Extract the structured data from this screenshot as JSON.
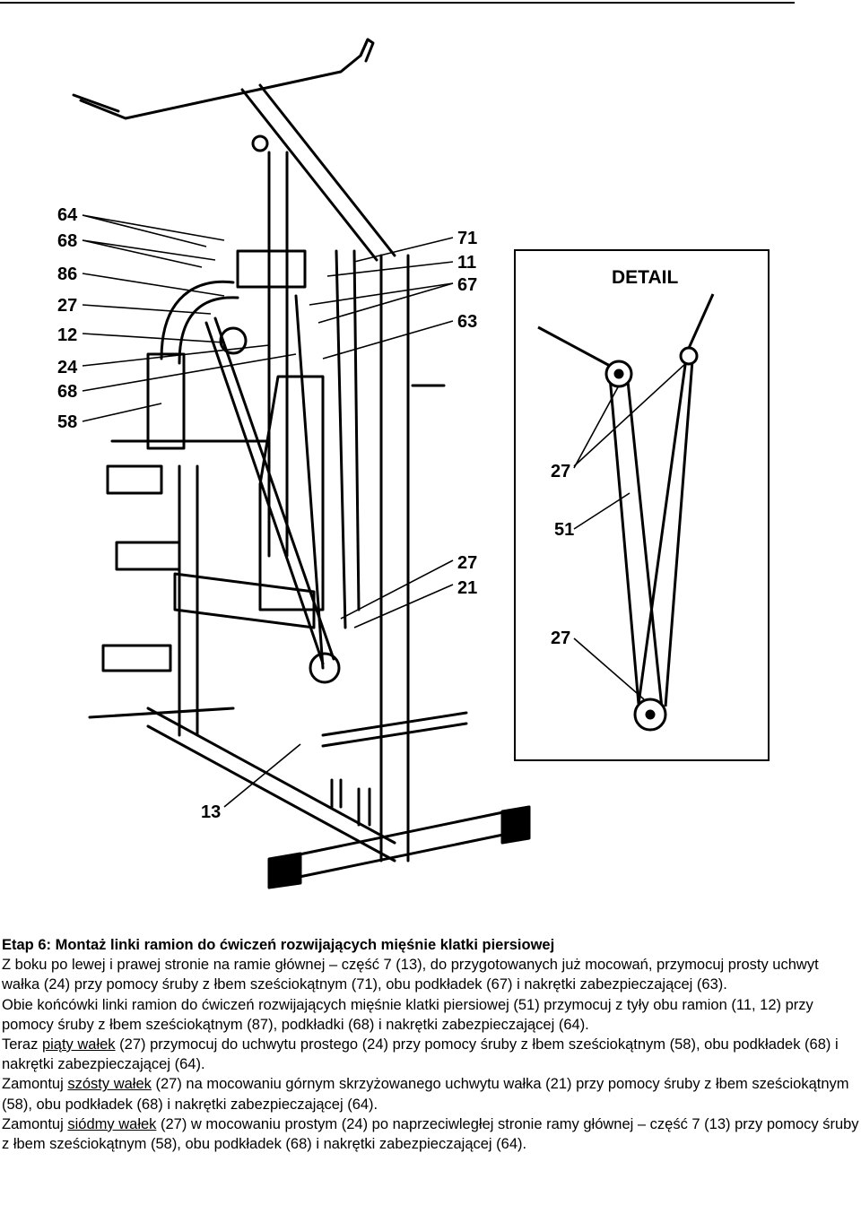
{
  "figure": {
    "callouts_left": [
      "64",
      "68",
      "86",
      "27",
      "12",
      "24",
      "68",
      "58"
    ],
    "callouts_right": [
      "71",
      "11",
      "67",
      "63"
    ],
    "callouts_lower": [
      "27",
      "21"
    ],
    "callout_bottom": "13",
    "detail": {
      "title": "DETAIL",
      "labels": [
        "27",
        "51",
        "27"
      ]
    }
  },
  "text": {
    "heading": "Etap 6: Montaż linki ramion do ćwiczeń rozwijających mięśnie klatki piersiowej",
    "p1": "Z boku po lewej i prawej stronie na ramie głównej – część 7 (13), do przygotowanych już mocowań, przymocuj prosty uchwyt wałka (24) przy pomocy śruby z łbem sześciokątnym (71), obu podkładek (67) i nakrętki zabezpieczającej (63).",
    "p2": "Obie końcówki linki ramion do ćwiczeń rozwijających mięśnie klatki piersiowej (51) przymocuj z tyły obu ramion (11, 12) przy pomocy śruby z łbem sześciokątnym (87), podkładki (68) i nakrętki zabezpieczającej (64).",
    "p3": {
      "pre": "Teraz ",
      "underlined": "piąty wałek",
      "post": " (27) przymocuj do uchwytu prostego (24) przy pomocy śruby z łbem sześciokątnym (58), obu podkładek (68) i nakrętki zabezpieczającej (64)."
    },
    "p4": {
      "pre": "Zamontuj ",
      "underlined": "szósty wałek",
      "post": " (27) na mocowaniu górnym skrzyżowanego uchwytu wałka (21) przy pomocy śruby z łbem sześciokątnym (58), obu podkładek (68) i nakrętki zabezpieczającej (64)."
    },
    "p5": {
      "pre": "Zamontuj ",
      "underlined": "siódmy wałek",
      "post": " (27) w mocowaniu prostym (24) po naprzeciwległej stronie ramy głównej – część 7 (13) przy pomocy śruby z łbem sześciokątnym (58), obu podkładek (68) i nakrętki zabezpieczającej (64)."
    }
  }
}
